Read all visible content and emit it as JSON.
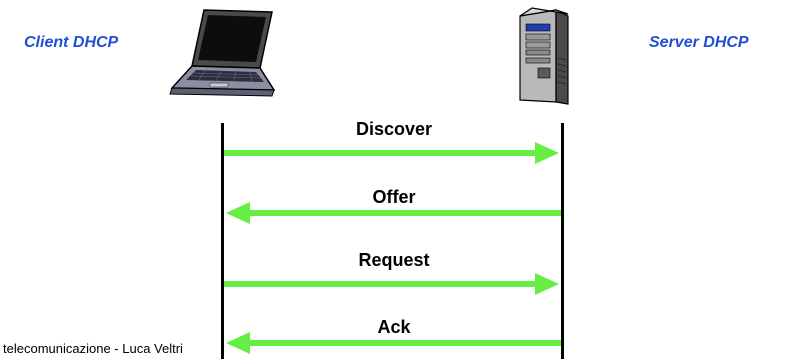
{
  "client": {
    "label": "Client DHCP",
    "icon": "laptop-icon"
  },
  "server": {
    "label": "Server DHCP",
    "icon": "server-tower-icon"
  },
  "messages": [
    {
      "label": "Discover",
      "direction": "client-to-server"
    },
    {
      "label": "Offer",
      "direction": "server-to-client"
    },
    {
      "label": "Request",
      "direction": "client-to-server"
    },
    {
      "label": "Ack",
      "direction": "server-to-client"
    }
  ],
  "footer": {
    "text": "telecomunicazione - Luca Veltri"
  },
  "colors": {
    "arrow": "#66ee44",
    "actor_label": "#1f4fd6",
    "lifeline": "#000000"
  }
}
